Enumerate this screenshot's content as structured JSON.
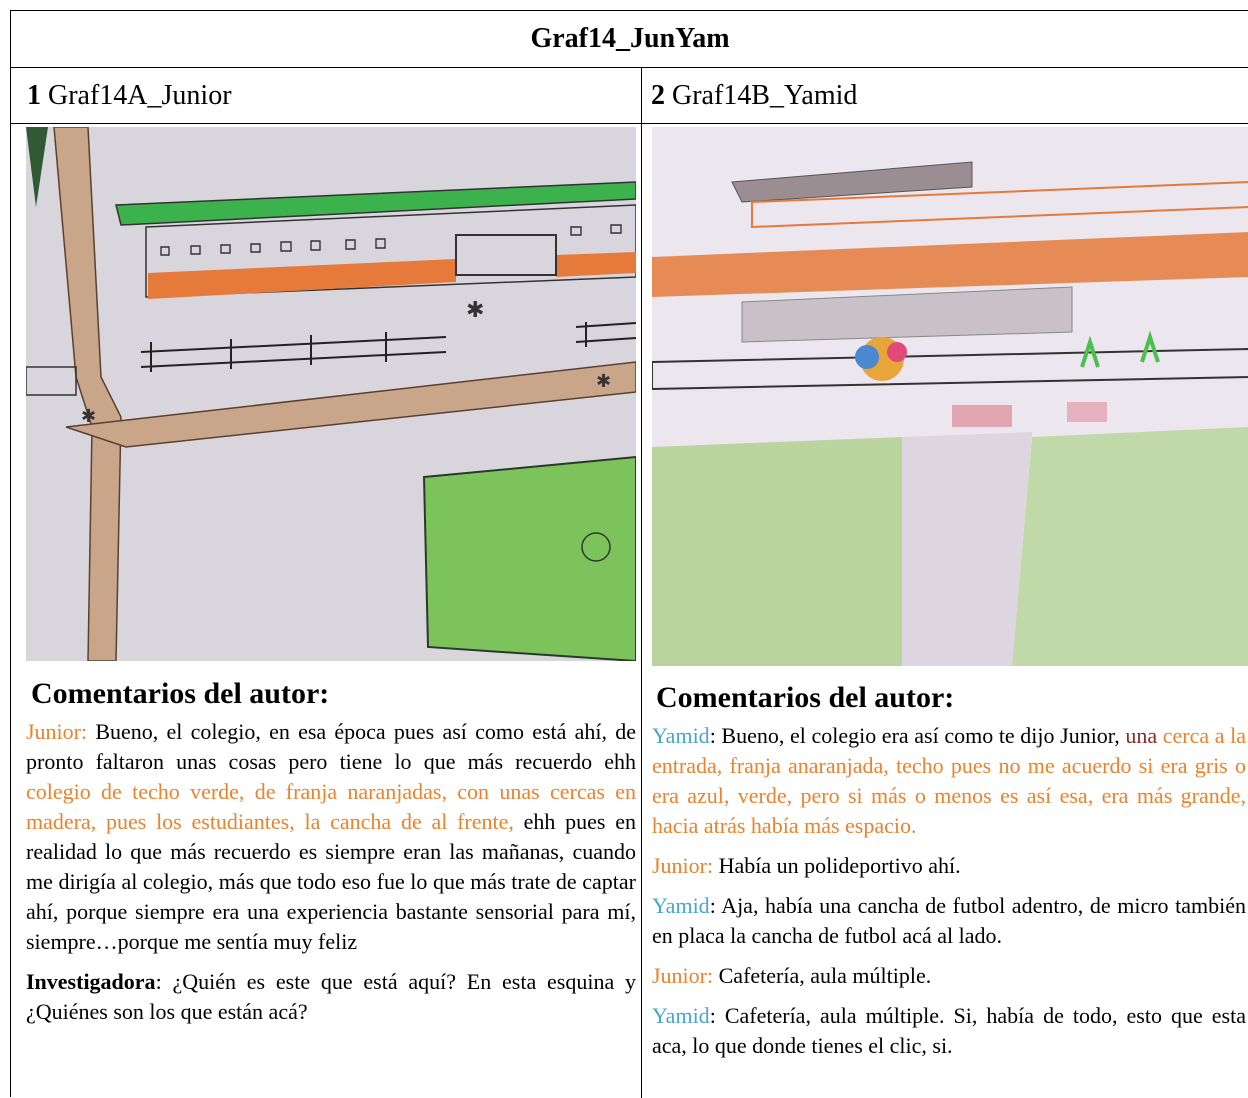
{
  "table_title": "Graf14_JunYam",
  "col1": {
    "number": "1",
    "name": "Graf14A_Junior",
    "comments_title": "Comentarios del autor:",
    "paragraphs": [
      {
        "speaker": "Junior:",
        "t1": " Bueno, el colegio, en esa época pues así como está ahí, de pronto faltaron unas cosas pero tiene lo que más recuerdo ehh ",
        "h1": "colegio de techo verde, de franja naranjadas, con unas cercas en madera, pues los estudiantes, la cancha de al frente,",
        "t2": " ehh pues en realidad lo que más recuerdo es siempre eran las mañanas, cuando me dirigía al colegio, más que todo eso fue lo que más trate de captar ahí, porque siempre era una experiencia bastante sensorial para mí, siempre…porque me sentía muy feliz"
      },
      {
        "speaker": "Investigadora",
        "t1": ": ¿Quién es este que está aquí? En esta esquina y ¿Quiénes son los que están acá?"
      }
    ]
  },
  "col2": {
    "number": "2",
    "name": "Graf14B_Yamid",
    "comments_title": "Comentarios del autor:",
    "p1": {
      "speaker": "Yamid",
      "t1": ": Bueno, el colegio era así como te dijo Junior, ",
      "w1": "una",
      "h1": " cerca a la entrada, franja anaranjada, techo pues no me acuerdo si era gris o era azul, verde, pero si más o menos es así esa, era más grande, hacia atrás había más espacio."
    },
    "p2": {
      "speaker": "Junior:",
      "t1": " Había un polideportivo ahí."
    },
    "p3": {
      "speaker": "Yamid",
      "t1": ": Aja, había una cancha de futbol adentro, de micro también en placa la cancha de futbol acá al lado."
    },
    "p4": {
      "speaker": "Junior:",
      "t1": " Cafetería, aula múltiple."
    },
    "p5": {
      "speaker": "Yamid",
      "t1": ": Cafetería, aula múltiple. Si, había de todo, esto que esta aca, lo que donde tienes el clic, si."
    }
  },
  "colors": {
    "orange": "#e8832f",
    "blue": "#4aa6c8",
    "dark_red": "#8b2a2a"
  }
}
